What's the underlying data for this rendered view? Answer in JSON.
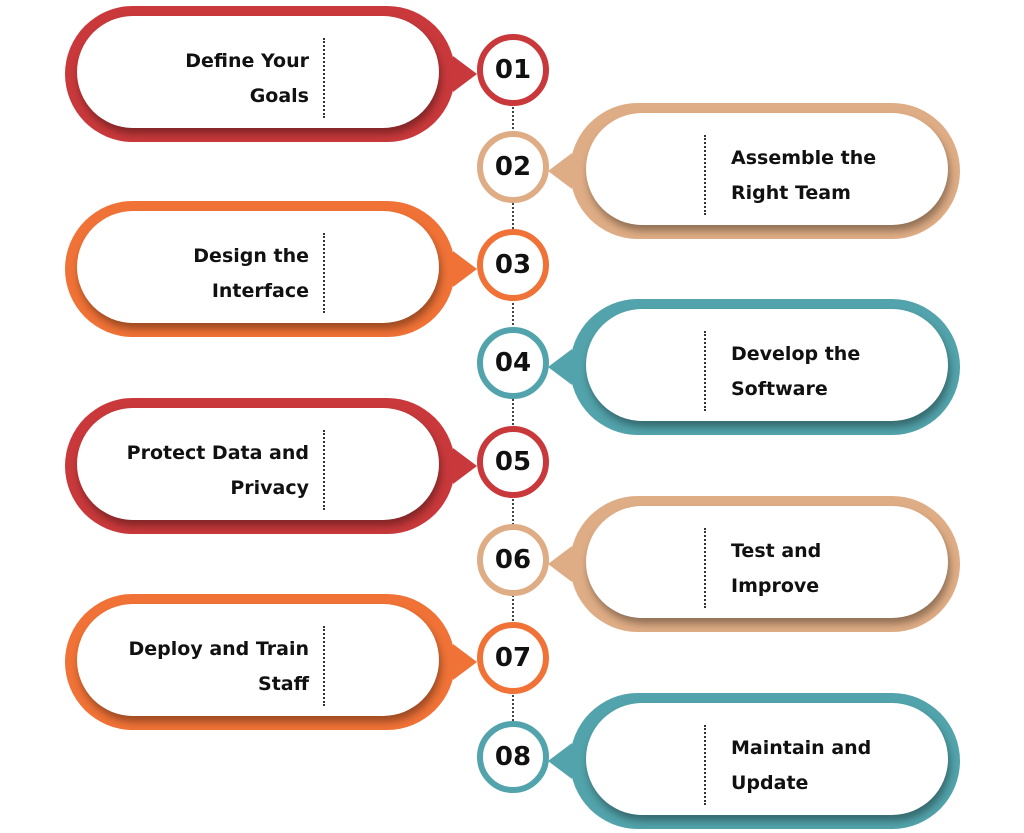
{
  "colors": {
    "red": "#C9393B",
    "tan": "#DFAD85",
    "orange": "#F07236",
    "teal": "#52A3AB"
  },
  "steps": [
    {
      "number": "01",
      "label_line1": "Define Your",
      "label_line2": "Goals",
      "side": "left",
      "color": "#C9393B"
    },
    {
      "number": "02",
      "label_line1": "Assemble the",
      "label_line2": "Right Team",
      "side": "right",
      "color": "#DFAD85"
    },
    {
      "number": "03",
      "label_line1": "Design the",
      "label_line2": "Interface",
      "side": "left",
      "color": "#F07236"
    },
    {
      "number": "04",
      "label_line1": "Develop the",
      "label_line2": "Software",
      "side": "right",
      "color": "#52A3AB"
    },
    {
      "number": "05",
      "label_line1": "Protect Data and",
      "label_line2": "Privacy",
      "side": "left",
      "color": "#C9393B"
    },
    {
      "number": "06",
      "label_line1": "Test and",
      "label_line2": "Improve",
      "side": "right",
      "color": "#DFAD85"
    },
    {
      "number": "07",
      "label_line1": "Deploy and Train",
      "label_line2": "Staff",
      "side": "left",
      "color": "#F07236"
    },
    {
      "number": "08",
      "label_line1": "Maintain and",
      "label_line2": "Update",
      "side": "right",
      "color": "#52A3AB"
    }
  ]
}
